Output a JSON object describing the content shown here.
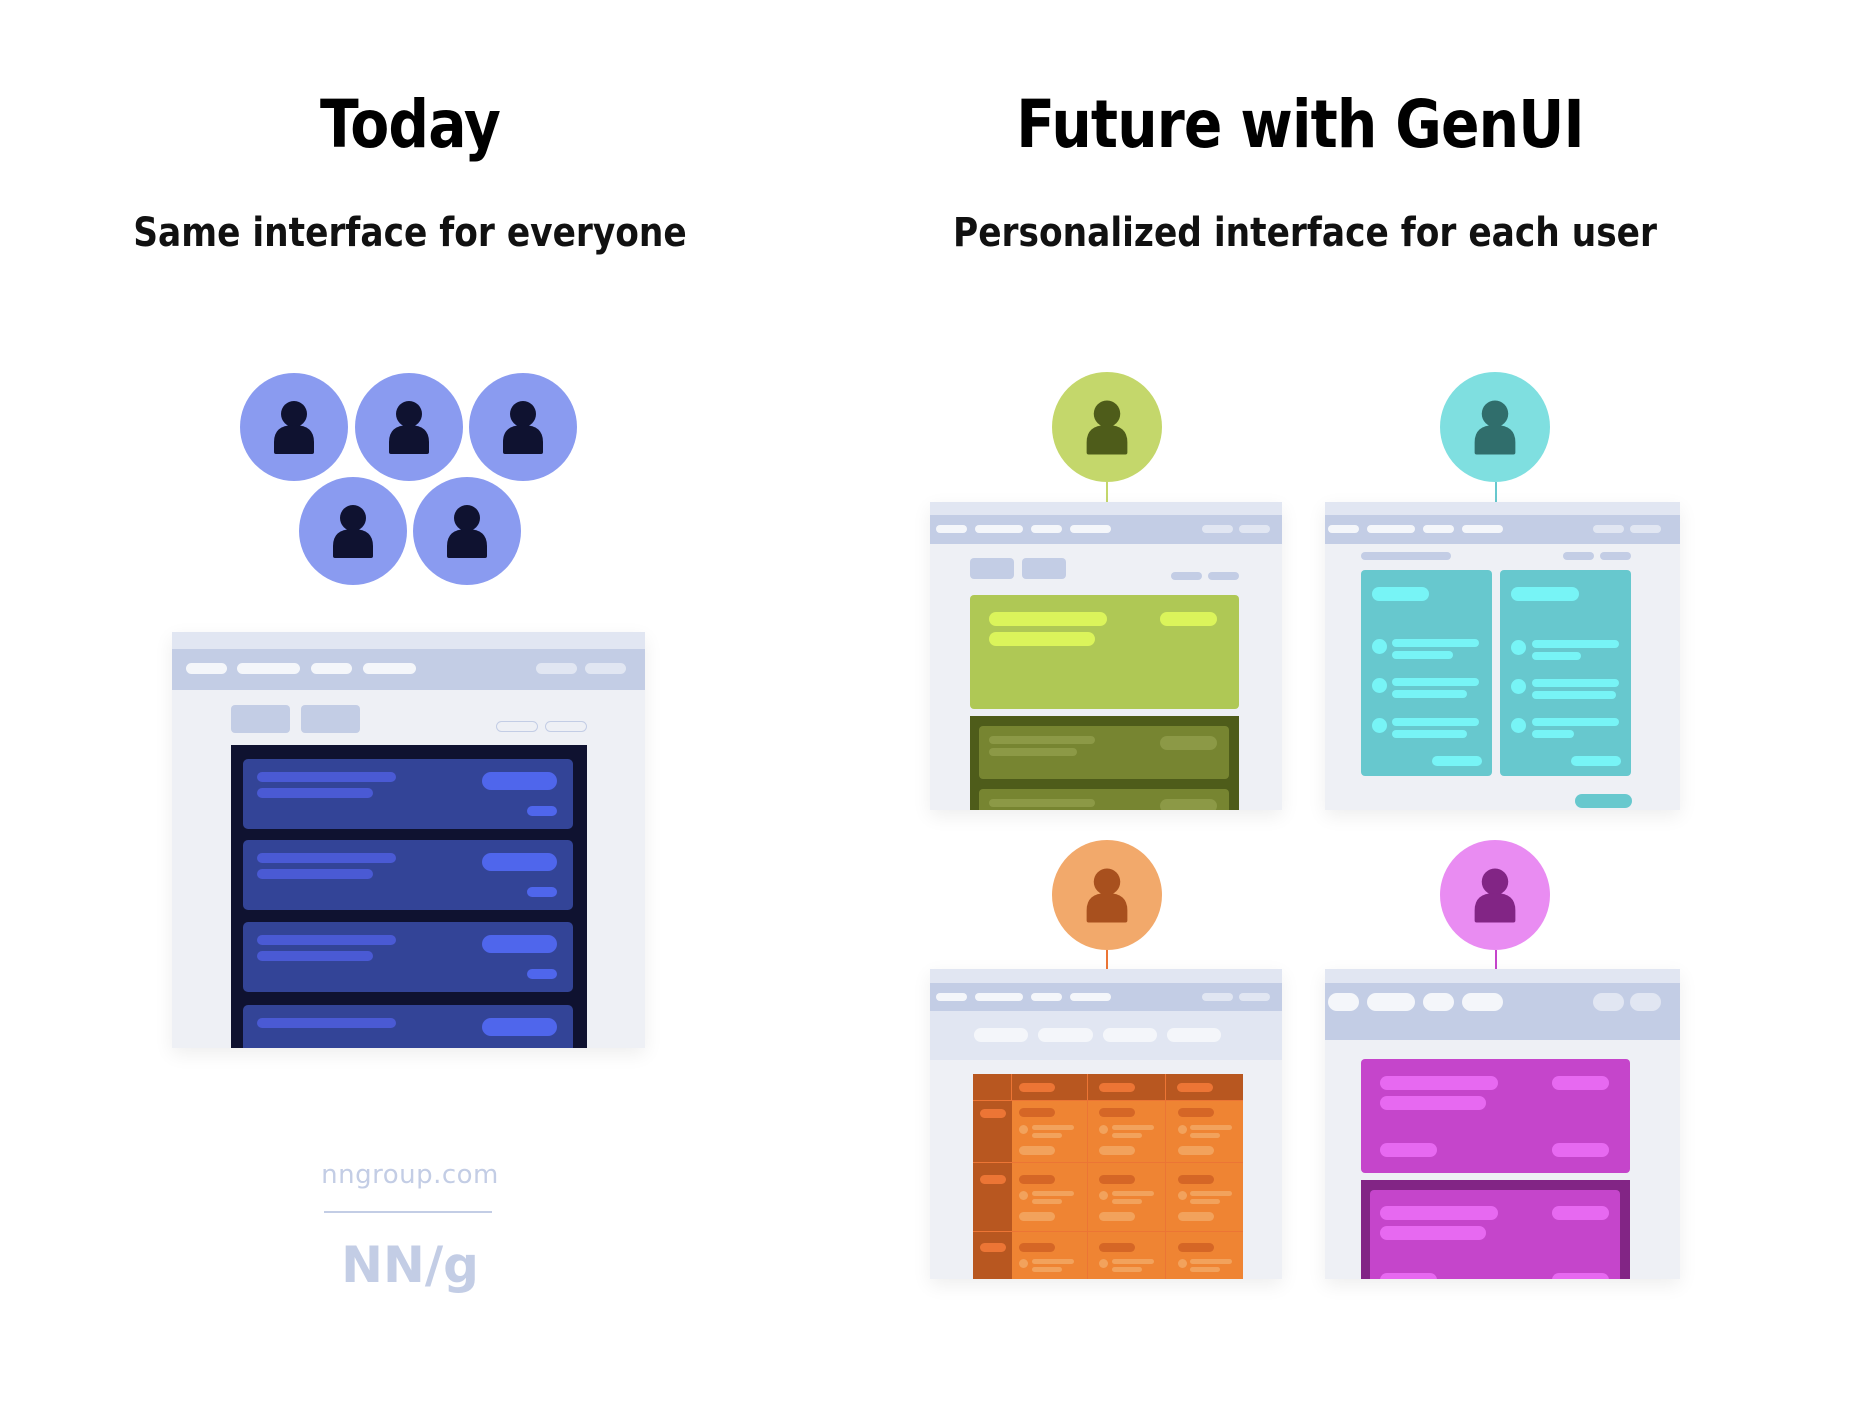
{
  "left": {
    "title": "Today",
    "subtitle": "Same interface for everyone",
    "users": {
      "count": 5,
      "circle_color": "#8A9BF0",
      "icon_color": "#0F1230"
    },
    "interface": {
      "panel_color": "#0F1230",
      "card_color": "#334497",
      "line_color": "#4A5AD4",
      "accent_color": "#4F66EC",
      "card_count": 4
    }
  },
  "right": {
    "title": "Future with GenUI",
    "subtitle": "Personalized interface for each user",
    "users": [
      {
        "name": "green-user",
        "circle_color": "#C4D76B",
        "icon_color": "#4E5C1A",
        "layout": "stacked-cards"
      },
      {
        "name": "teal-user",
        "circle_color": "#7FDFE0",
        "icon_color": "#306E6C",
        "layout": "two-column-lists"
      },
      {
        "name": "orange-user",
        "circle_color": "#F2A96B",
        "icon_color": "#A8501E",
        "layout": "table-grid"
      },
      {
        "name": "purple-user",
        "circle_color": "#E98CF2",
        "icon_color": "#822585",
        "layout": "large-cards"
      }
    ]
  },
  "footer": {
    "url": "nngroup.com",
    "logo": "NN/g",
    "color": "#C3CDE5"
  },
  "colors": {
    "frame_bg": "#EEF0F5",
    "frame_top": "#E1E6F2",
    "navbar": "#C3CDE5",
    "nav_chip": "#F4F6FA",
    "nav_chip_right": "#E1E6F2"
  }
}
